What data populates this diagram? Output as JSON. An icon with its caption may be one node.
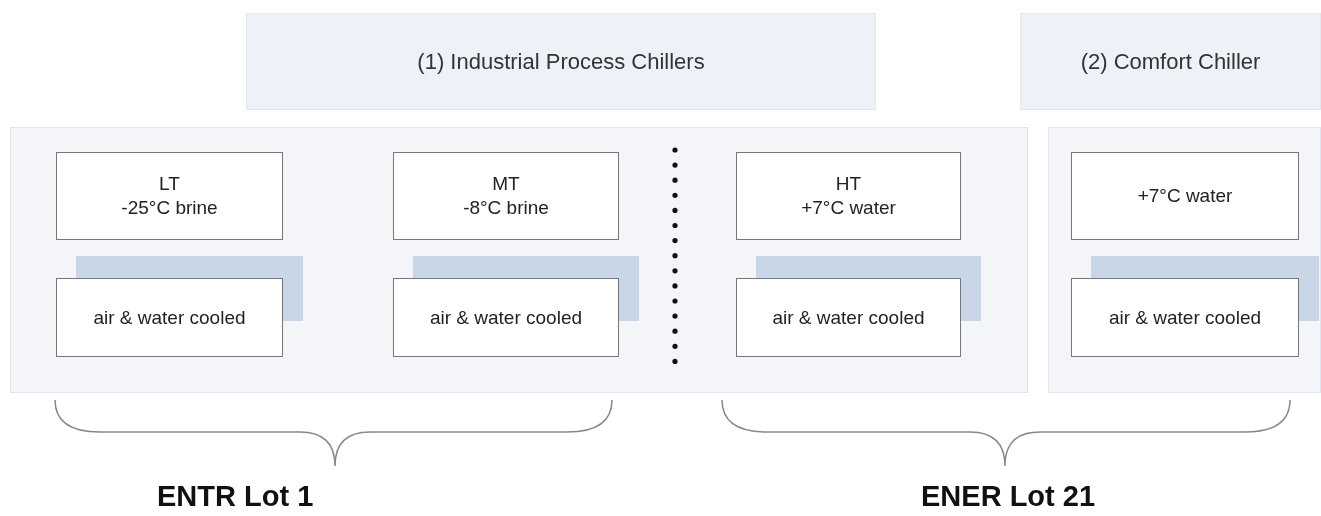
{
  "diagram": {
    "nodes": [
      {
        "text": [
          "(1) Industrial Process Chillers"
        ]
      },
      {
        "text": [
          "(2) Comfort Chiller"
        ]
      },
      {
        "text": [],
        "shape": "box"
      },
      {
        "text": [
          "LT",
          "-25°C brine"
        ],
        "in": 2
      },
      {
        "text": [
          "air & water cooled"
        ],
        "in": 2
      },
      {
        "text": [
          "MT",
          "-8°C brine"
        ],
        "in": 2
      },
      {
        "text": [
          "air & water cooled"
        ],
        "in": 2
      },
      {
        "text": [
          "HT",
          "+7°C water"
        ],
        "in": 2
      },
      {
        "text": [
          "air & water cooled"
        ],
        "in": 2
      },
      {
        "text": [],
        "shape": "box"
      },
      {
        "text": [
          "+7°C water"
        ],
        "in": 9
      },
      {
        "text": [
          "air & water cooled"
        ],
        "in": 9
      }
    ],
    "edges": [],
    "labels": [
      "ENTR Lot 1",
      "ENER Lot 21"
    ]
  }
}
